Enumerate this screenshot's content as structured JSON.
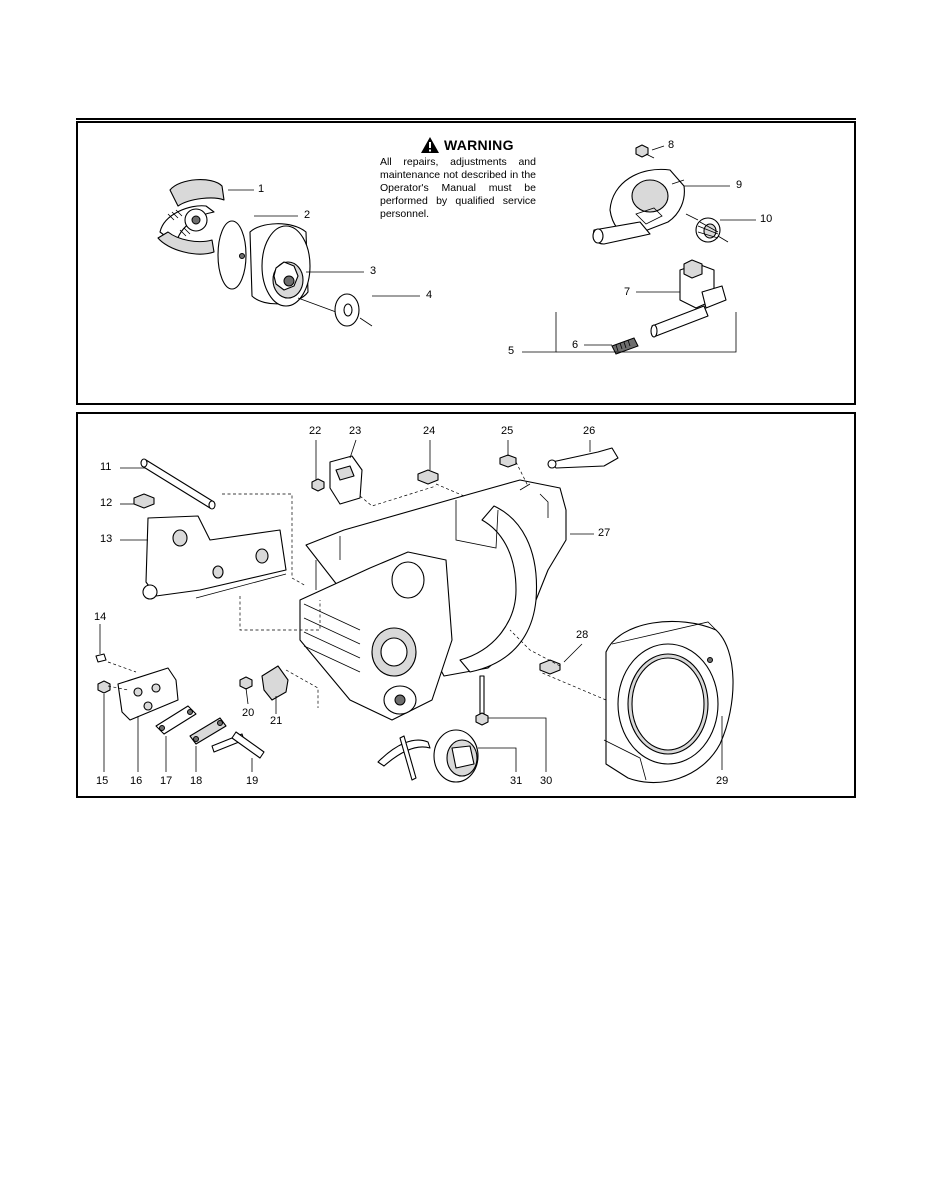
{
  "warning": {
    "title": "WARNING",
    "body": "All repairs, adjustments and maintenance not described in the Operator's Manual must be performed by qualified service personnel."
  },
  "callouts": {
    "c1": "1",
    "c2": "2",
    "c3": "3",
    "c4": "4",
    "c5": "5",
    "c6": "6",
    "c7": "7",
    "c8": "8",
    "c9": "9",
    "c10": "10",
    "c11": "11",
    "c12": "12",
    "c13": "13",
    "c14": "14",
    "c15": "15",
    "c16": "16",
    "c17": "17",
    "c18": "18",
    "c19": "19",
    "c20": "20",
    "c21": "21",
    "c22": "22",
    "c23": "23",
    "c24": "24",
    "c25": "25",
    "c26": "26",
    "c27": "27",
    "c28": "28",
    "c29": "29",
    "c30": "30",
    "c31": "31"
  },
  "icons": {
    "warning": "warning-triangle-icon"
  }
}
